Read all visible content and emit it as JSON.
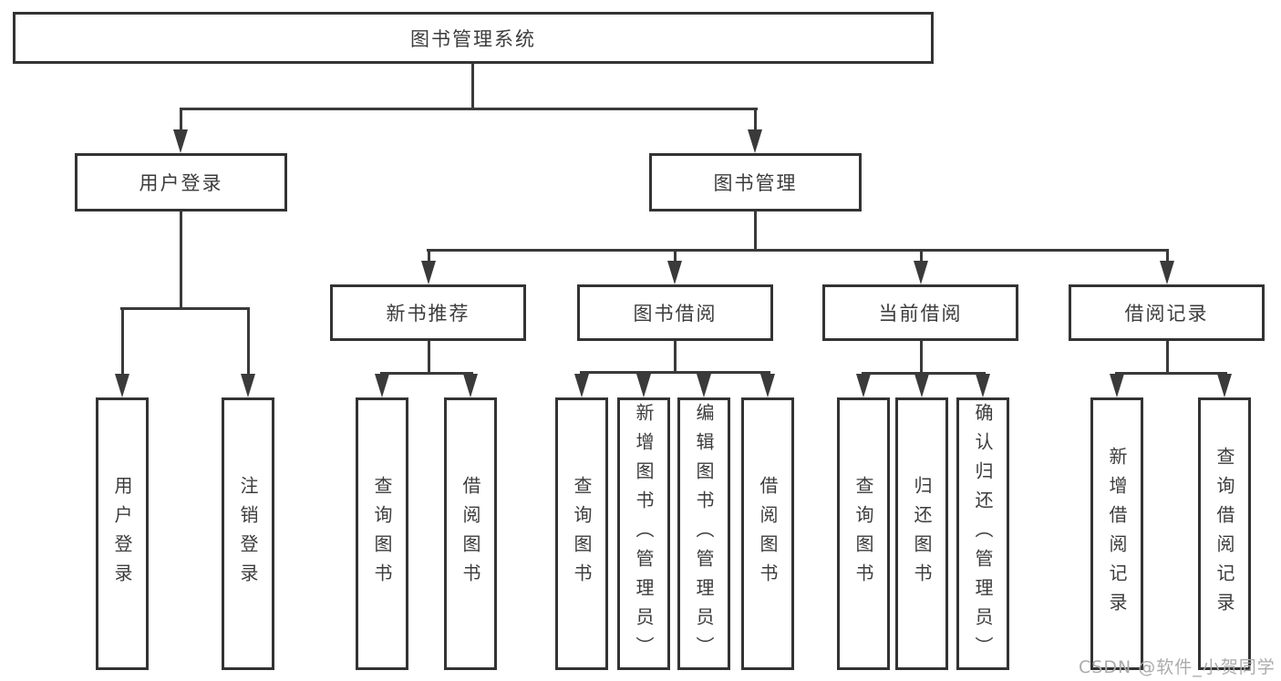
{
  "diagram": {
    "root": {
      "label": "图书管理系统"
    },
    "branches": [
      {
        "label": "用户登录",
        "children": [
          {
            "label": "用户登录"
          },
          {
            "label": "注销登录"
          }
        ]
      },
      {
        "label": "图书管理",
        "children": [
          {
            "label": "新书推荐",
            "children": [
              {
                "label": "查询图书"
              },
              {
                "label": "借阅图书"
              }
            ]
          },
          {
            "label": "图书借阅",
            "children": [
              {
                "label": "查询图书"
              },
              {
                "label": "新增图书（管理员）"
              },
              {
                "label": "编辑图书（管理员）"
              },
              {
                "label": "借阅图书"
              }
            ]
          },
          {
            "label": "当前借阅",
            "children": [
              {
                "label": "查询图书"
              },
              {
                "label": "归还图书"
              },
              {
                "label": "确认归还（管理员）"
              }
            ]
          },
          {
            "label": "借阅记录",
            "children": [
              {
                "label": "新增借阅记录"
              },
              {
                "label": "查询借阅记录"
              }
            ]
          }
        ]
      }
    ]
  },
  "watermark": {
    "text": "CSDN @软件_小贺同学"
  },
  "colors": {
    "line": "#3a3a3a",
    "border": "#333333",
    "text": "#3c3c3c",
    "background": "#ffffff",
    "watermark": "#ababab"
  }
}
